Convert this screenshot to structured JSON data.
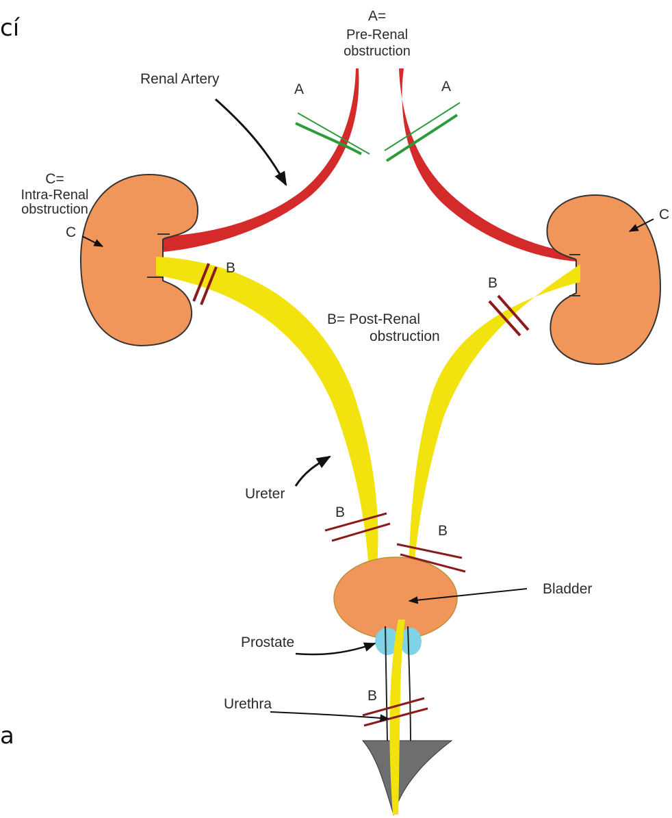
{
  "colors": {
    "kidney": "#F0965A",
    "artery": "#D42A2A",
    "ureter": "#F2E20E",
    "obstruction_mark": "#8B1A1A",
    "green_mark": "#2E9B3A",
    "prostate": "#7FD3E6",
    "urethra_cone": "#6E6E6E",
    "arrow": "#111111"
  },
  "edge_text": {
    "top_left": "cí",
    "bottom_left": "a"
  },
  "labels": {
    "pre_renal_1": "A=",
    "pre_renal_2": "Pre-Renal",
    "pre_renal_3": "obstruction",
    "renal_artery": "Renal Artery",
    "intra_renal_1": "C=",
    "intra_renal_2": "Intra-Renal",
    "intra_renal_3": "obstruction",
    "post_renal_1": "B= Post-Renal",
    "post_renal_2": "obstruction",
    "ureter": "Ureter",
    "bladder": "Bladder",
    "prostate": "Prostate",
    "urethra": "Urethra"
  },
  "markers": {
    "a_left": "A",
    "a_right": "A",
    "c_left": "C",
    "c_right": "C",
    "b_upper_left": "B",
    "b_upper_right": "B",
    "b_mid_left": "B",
    "b_mid_right": "B",
    "b_urethra": "B"
  }
}
